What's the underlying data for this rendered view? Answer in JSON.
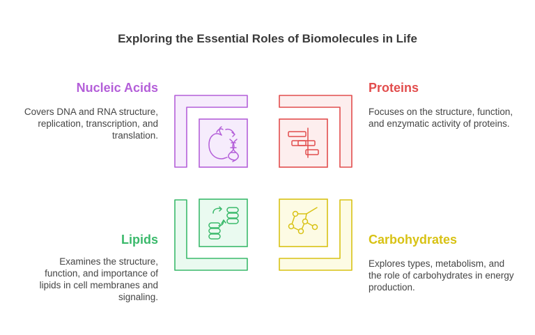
{
  "title": "Exploring the Essential Roles of Biomolecules in Life",
  "quadrants": {
    "nucleic_acids": {
      "heading": "Nucleic Acids",
      "description": "Covers DNA and RNA structure, replication, transcription, and translation.",
      "color": "#b45fd9",
      "fill": "#f6ecfc",
      "icon": "dna-apple-icon"
    },
    "proteins": {
      "heading": "Proteins",
      "description": "Focuses on the structure, function, and enzymatic activity of proteins.",
      "color": "#e24d4d",
      "fill": "#fdeeee",
      "icon": "protein-blocks-icon"
    },
    "lipids": {
      "heading": "Lipids",
      "description": "Examines the structure, function, and importance of lipids in cell membranes and signaling.",
      "color": "#3ab96b",
      "fill": "#eafaf0",
      "icon": "lipid-exchange-icon"
    },
    "carbohydrates": {
      "heading": "Carbohydrates",
      "description": "Explores types, metabolism, and the role of carbohydrates in energy production.",
      "color": "#d8c214",
      "fill": "#fdfbe4",
      "icon": "molecule-network-icon"
    }
  }
}
